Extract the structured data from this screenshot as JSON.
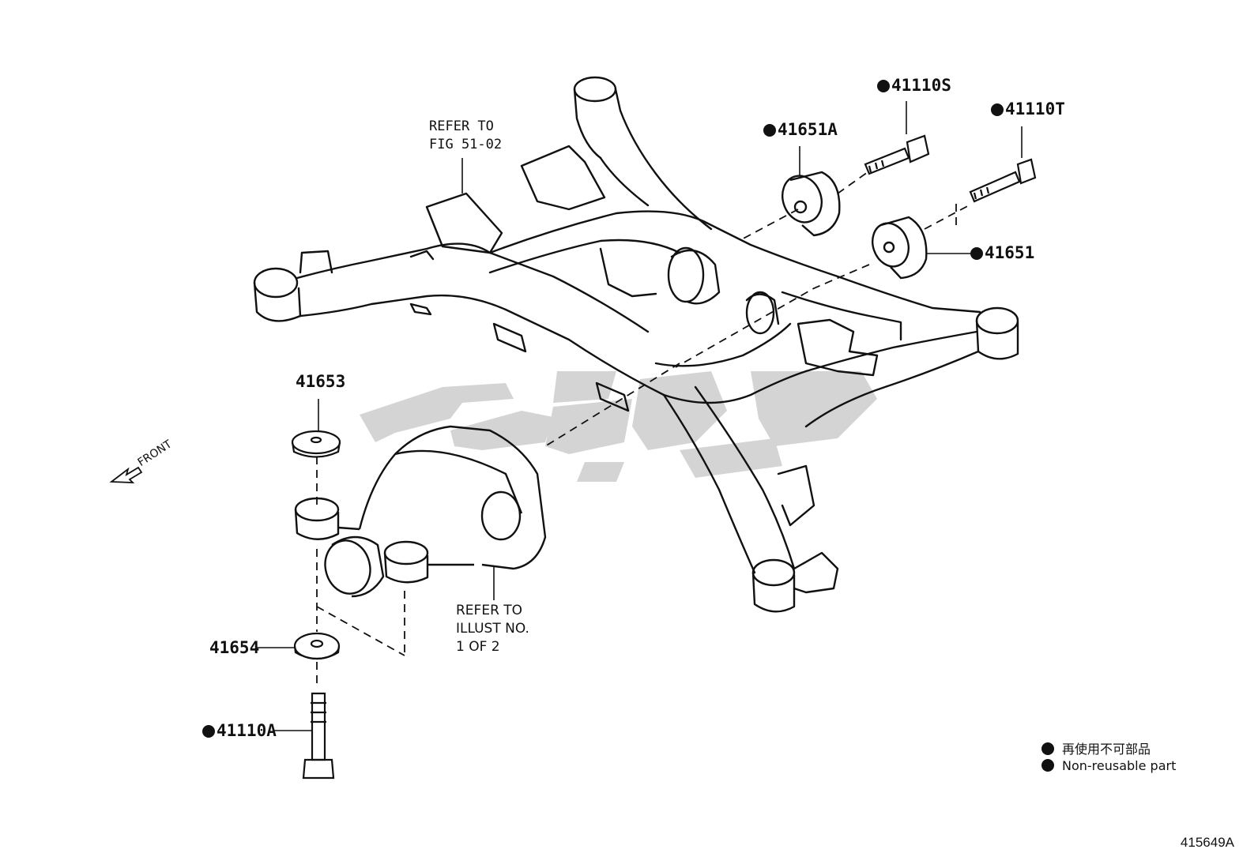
{
  "labels": {
    "p41110S": "41110S",
    "p41110T": "41110T",
    "p41651A": "41651A",
    "p41651": "41651",
    "p41653": "41653",
    "p41654": "41654",
    "p41110A": "41110A"
  },
  "notes": {
    "refer_fig": "REFER TO\nFIG 51-02",
    "refer_illust": "REFER TO\nILLUST NO.\n1 OF 2",
    "front": "FRONT"
  },
  "legend": {
    "jp": "再使用不可部品",
    "en": "Non-reusable part"
  },
  "figure_id": "415649A",
  "colors": {
    "line": "#111111",
    "watermark": "#c8c8c8"
  }
}
